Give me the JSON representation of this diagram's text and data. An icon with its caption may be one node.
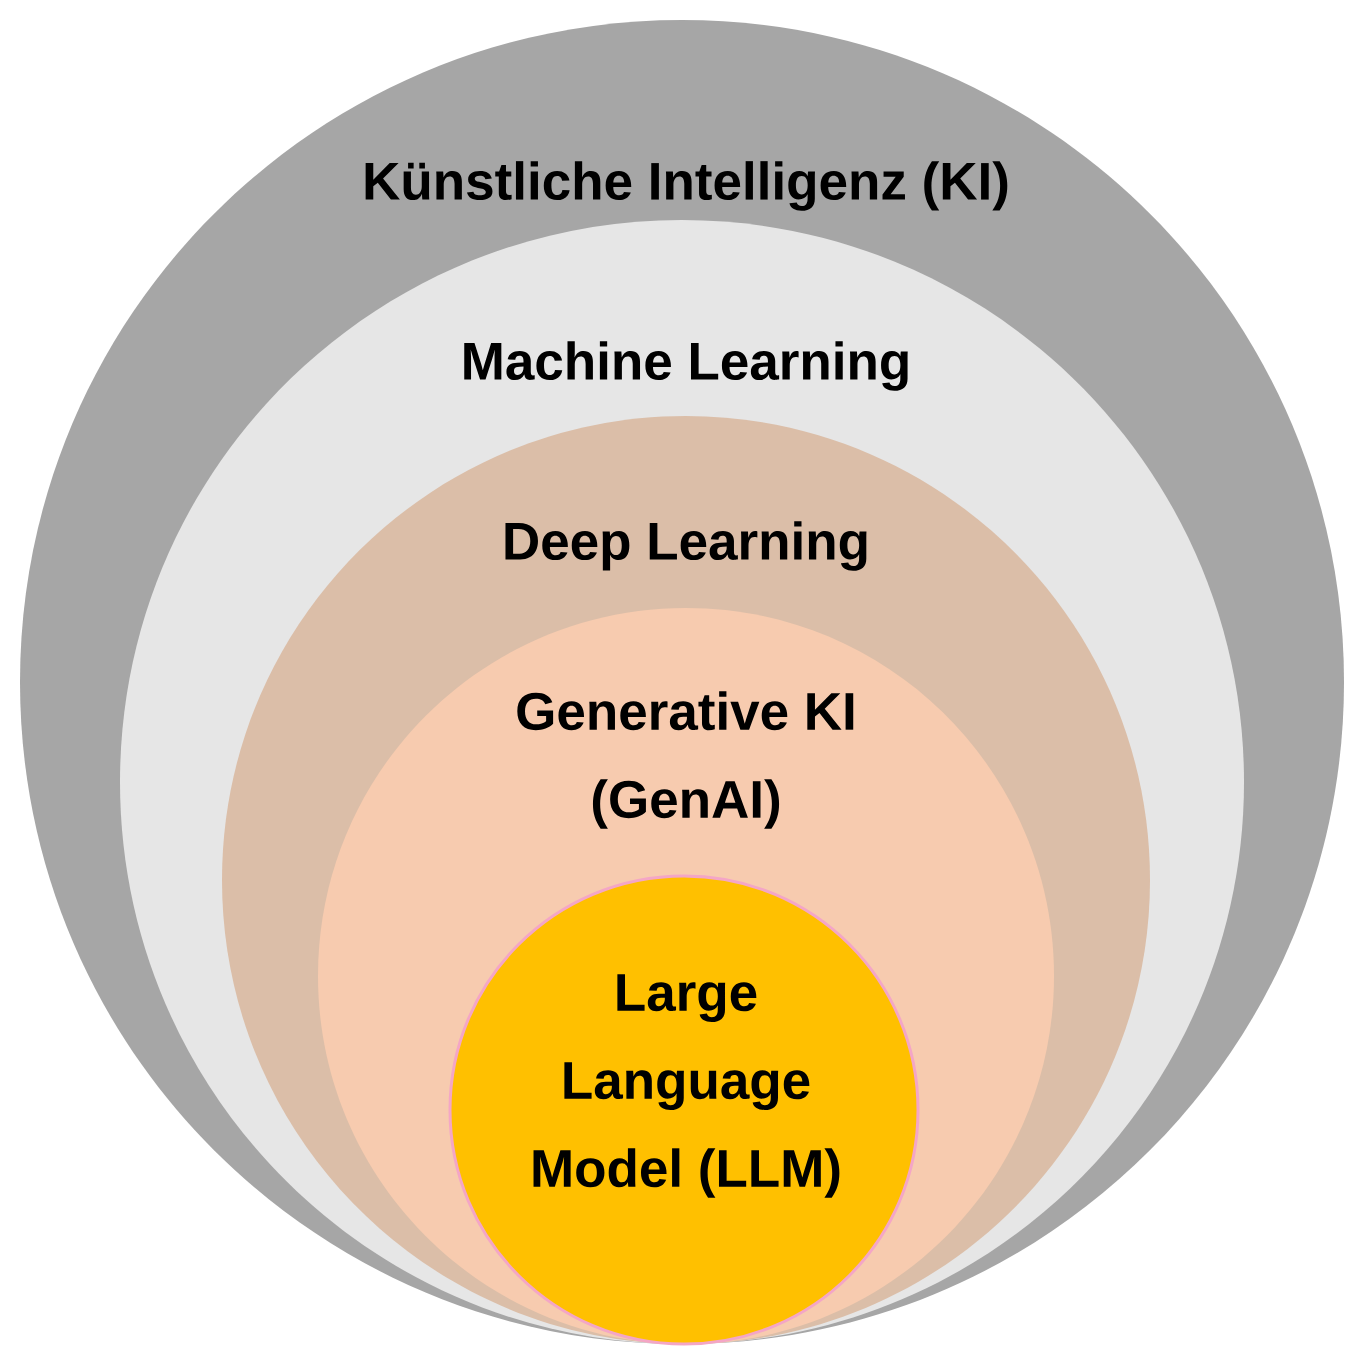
{
  "diagram": {
    "nodes": [
      {
        "text": [
          "Künstliche Intelligenz (KI)"
        ]
      },
      {
        "text": [
          "Machine Learning"
        ],
        "in": 0
      },
      {
        "text": [
          "Deep Learning"
        ],
        "in": 1
      },
      {
        "text": [
          "Generative KI (GenAI)"
        ],
        "in": 2
      },
      {
        "text": [
          "Large Language Model (LLM)"
        ],
        "in": 3
      }
    ]
  }
}
